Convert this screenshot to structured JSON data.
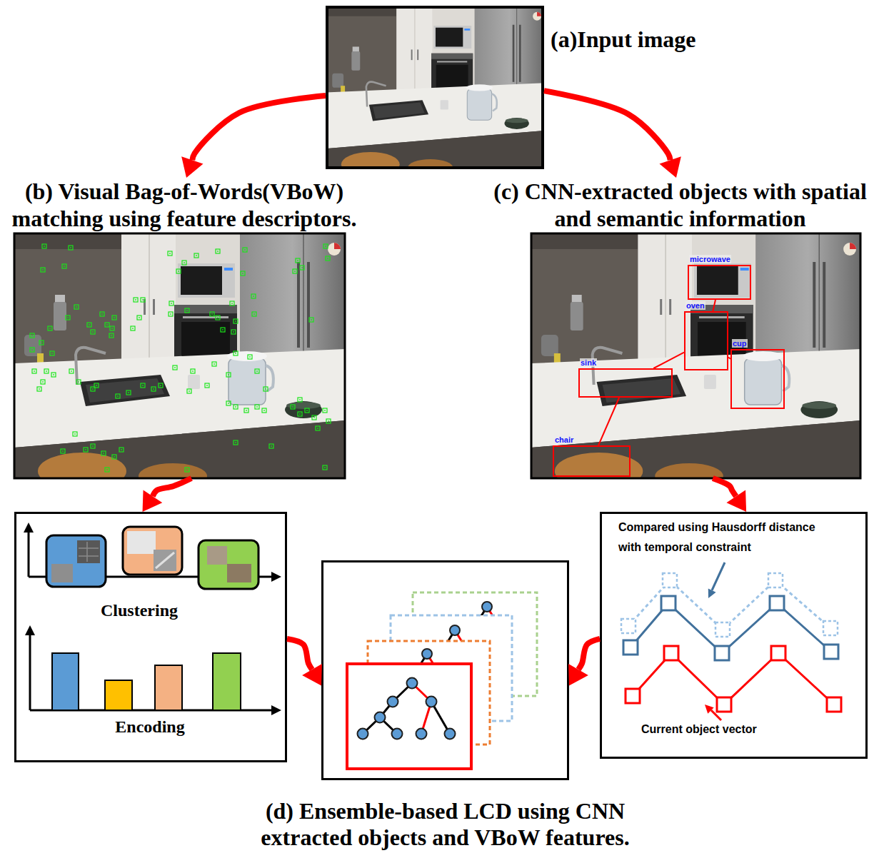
{
  "diagram": {
    "nodes": [
      {
        "text": [
          "(a)Input image"
        ]
      },
      {
        "text": [
          "(b) Visual Bag-of-Words(VBoW) matching using feature descriptors."
        ]
      },
      {
        "text": [
          "(c) CNN-extracted objects with spatial and semantic information"
        ]
      },
      {
        "text": [
          "microwave"
        ],
        "in": 2
      },
      {
        "text": [
          "oven"
        ],
        "in": 2
      },
      {
        "text": [
          "cup"
        ],
        "in": 2
      },
      {
        "text": [
          "sink"
        ],
        "in": 2
      },
      {
        "text": [
          "chair"
        ],
        "in": 2
      },
      {
        "text": [
          "Clustering",
          "Encoding"
        ]
      },
      {
        "text": [
          "(d) Ensemble-based LCD using CNN extracted objects and VBoW features."
        ]
      },
      {
        "text": [
          "Compared using Hausdorff distance with temporal constraint",
          "Current object vector"
        ]
      }
    ],
    "edges": [
      {
        "from": 0,
        "to": 1,
        "arrow": "to"
      },
      {
        "from": 0,
        "to": 2,
        "arrow": "to"
      },
      {
        "from": 1,
        "to": 8,
        "arrow": "to"
      },
      {
        "from": 2,
        "to": 10,
        "arrow": "to"
      },
      {
        "from": 8,
        "to": 9,
        "arrow": "to"
      },
      {
        "from": 10,
        "to": 9,
        "arrow": "to"
      },
      {
        "from": 3,
        "to": 4,
        "arrow": "none"
      },
      {
        "from": 4,
        "to": 5,
        "arrow": "none"
      },
      {
        "from": 4,
        "to": 6,
        "arrow": "none"
      },
      {
        "from": 6,
        "to": 7,
        "arrow": "none"
      }
    ]
  }
}
